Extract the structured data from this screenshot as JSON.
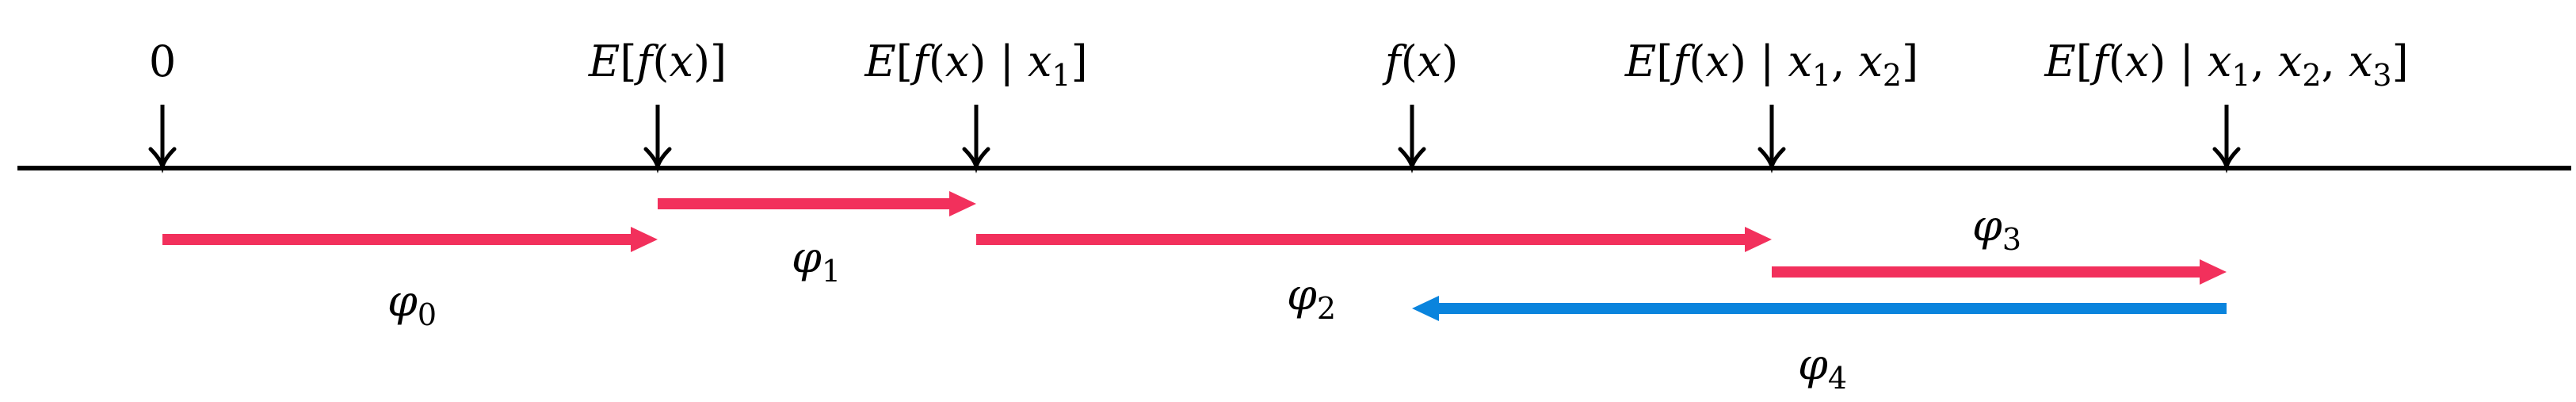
{
  "diagram": {
    "markers": [
      {
        "id": "zero",
        "parts": [
          {
            "t": "0",
            "it": false
          }
        ]
      },
      {
        "id": "e-f",
        "parts": [
          {
            "t": "E",
            "it": true
          },
          {
            "t": "[",
            "it": false
          },
          {
            "t": "f",
            "it": true
          },
          {
            "t": "(",
            "it": false
          },
          {
            "t": "x",
            "it": true
          },
          {
            "t": ")]",
            "it": false
          }
        ]
      },
      {
        "id": "e-f-x1",
        "parts": [
          {
            "t": "E",
            "it": true
          },
          {
            "t": "[",
            "it": false
          },
          {
            "t": "f",
            "it": true
          },
          {
            "t": "(",
            "it": false
          },
          {
            "t": "x",
            "it": true
          },
          {
            "t": ") | ",
            "it": false
          },
          {
            "t": "x",
            "it": true
          },
          {
            "t": "1",
            "sub": true,
            "it": false
          },
          {
            "t": "]",
            "it": false
          }
        ]
      },
      {
        "id": "f-x",
        "parts": [
          {
            "t": "f",
            "it": true
          },
          {
            "t": "(",
            "it": false
          },
          {
            "t": "x",
            "it": true
          },
          {
            "t": ")",
            "it": false
          }
        ]
      },
      {
        "id": "e-f-x1x2",
        "parts": [
          {
            "t": "E",
            "it": true
          },
          {
            "t": "[",
            "it": false
          },
          {
            "t": "f",
            "it": true
          },
          {
            "t": "(",
            "it": false
          },
          {
            "t": "x",
            "it": true
          },
          {
            "t": ") | ",
            "it": false
          },
          {
            "t": "x",
            "it": true
          },
          {
            "t": "1",
            "sub": true,
            "it": false
          },
          {
            "t": ", ",
            "it": false
          },
          {
            "t": "x",
            "it": true
          },
          {
            "t": "2",
            "sub": true,
            "it": false
          },
          {
            "t": "]",
            "it": false
          }
        ]
      },
      {
        "id": "e-f-x1x2x3",
        "parts": [
          {
            "t": "E",
            "it": true
          },
          {
            "t": "[",
            "it": false
          },
          {
            "t": "f",
            "it": true
          },
          {
            "t": "(",
            "it": false
          },
          {
            "t": "x",
            "it": true
          },
          {
            "t": ") | ",
            "it": false
          },
          {
            "t": "x",
            "it": true
          },
          {
            "t": "1",
            "sub": true,
            "it": false
          },
          {
            "t": ", ",
            "it": false
          },
          {
            "t": "x",
            "it": true
          },
          {
            "t": "2",
            "sub": true,
            "it": false
          },
          {
            "t": ", ",
            "it": false
          },
          {
            "t": "x",
            "it": true
          },
          {
            "t": "3",
            "sub": true,
            "it": false
          },
          {
            "t": "]",
            "it": false
          }
        ]
      }
    ],
    "arrows": [
      {
        "id": "phi-0",
        "from": "zero",
        "to": "e-f",
        "color": "#f2305c",
        "label": [
          {
            "t": "φ",
            "it": true
          },
          {
            "t": "0",
            "sub": true,
            "it": false
          }
        ]
      },
      {
        "id": "phi-1",
        "from": "e-f",
        "to": "e-f-x1",
        "color": "#f2305c",
        "label": [
          {
            "t": "φ",
            "it": true
          },
          {
            "t": "1",
            "sub": true,
            "it": false
          }
        ]
      },
      {
        "id": "phi-2",
        "from": "e-f-x1",
        "to": "e-f-x1x2",
        "color": "#f2305c",
        "label": [
          {
            "t": "φ",
            "it": true
          },
          {
            "t": "2",
            "sub": true,
            "it": false
          }
        ]
      },
      {
        "id": "phi-3",
        "from": "e-f-x1x2",
        "to": "e-f-x1x2x3",
        "color": "#f2305c",
        "label": [
          {
            "t": "φ",
            "it": true
          },
          {
            "t": "3",
            "sub": true,
            "it": false
          }
        ]
      },
      {
        "id": "phi-4",
        "from": "e-f-x1x2x3",
        "to": "f-x",
        "color": "#0a84dd",
        "label": [
          {
            "t": "φ",
            "it": true
          },
          {
            "t": "4",
            "sub": true,
            "it": false
          }
        ]
      }
    ]
  }
}
